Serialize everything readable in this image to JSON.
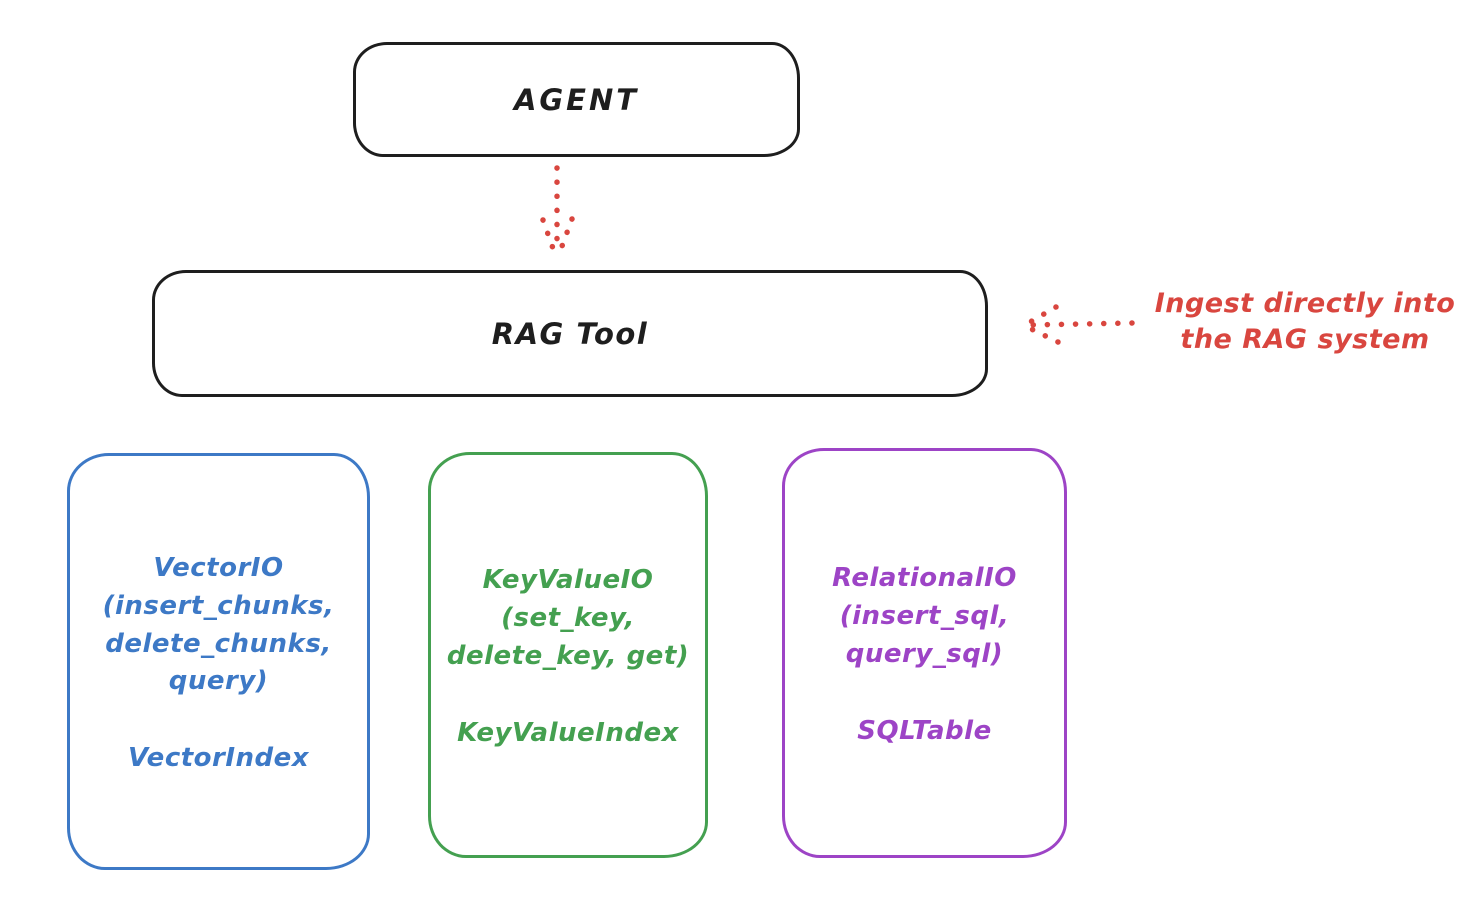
{
  "agent_box": {
    "label": "AGENT"
  },
  "rag_tool_box": {
    "label": "RAG Tool"
  },
  "annotation": {
    "text_line1": "Ingest directly into",
    "text_line2": "the RAG system"
  },
  "storage_boxes": {
    "vector": {
      "title": "VectorIO",
      "params_line1": "(insert_chunks,",
      "params_line2": "delete_chunks,",
      "params_line3": "query)",
      "index": "VectorIndex"
    },
    "keyvalue": {
      "title": "KeyValueIO",
      "params_line1": "(set_key,",
      "params_line2": "delete_key, get)",
      "index": "KeyValueIndex"
    },
    "relational": {
      "title": "RelationalIO",
      "params_line1": "(insert_sql,",
      "params_line2": "query_sql)",
      "index": "SQLTable"
    }
  },
  "colors": {
    "outline_black": "#1e1e1e",
    "arrow_red": "#d9463f",
    "vector_blue": "#3d79c6",
    "keyvalue_green": "#44a050",
    "relational_purple": "#9d44c6",
    "background": "#ffffff"
  }
}
